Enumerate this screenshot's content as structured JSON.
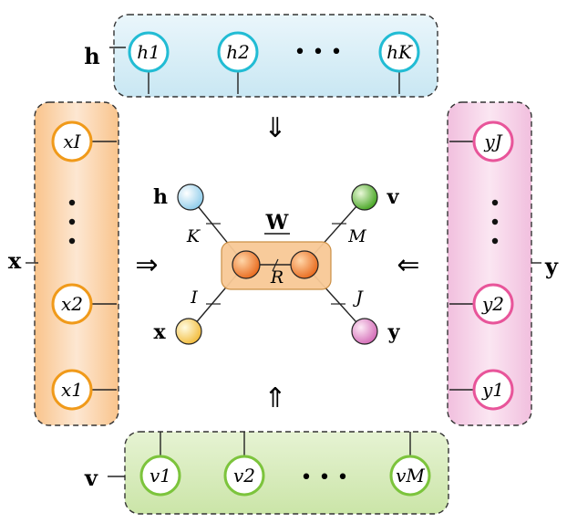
{
  "groups": {
    "h": {
      "label": "h",
      "nodes": [
        "h1",
        "h2",
        "hK"
      ],
      "ellipsis": "• • •"
    },
    "x": {
      "label": "x",
      "nodes": [
        "x1",
        "x2",
        "xI"
      ]
    },
    "y": {
      "label": "y",
      "nodes": [
        "y1",
        "y2",
        "yJ"
      ]
    },
    "v": {
      "label": "v",
      "nodes": [
        "v1",
        "v2",
        "vM"
      ],
      "ellipsis": "• • •"
    }
  },
  "center": {
    "tensor_label": "W",
    "bond_label": "R",
    "legs": [
      {
        "id": "h",
        "label": "h",
        "dim": "K"
      },
      {
        "id": "v",
        "label": "v",
        "dim": "M"
      },
      {
        "id": "x",
        "label": "x",
        "dim": "I"
      },
      {
        "id": "y",
        "label": "y",
        "dim": "J"
      }
    ]
  },
  "arrows": {
    "down": "⇓",
    "up": "⇑",
    "right": "⇒",
    "left": "⇐"
  },
  "colors": {
    "h": "#22bcd4",
    "x": "#f09a1a",
    "y": "#e8559a",
    "v": "#7cc43c",
    "core": "#f07b2a"
  }
}
